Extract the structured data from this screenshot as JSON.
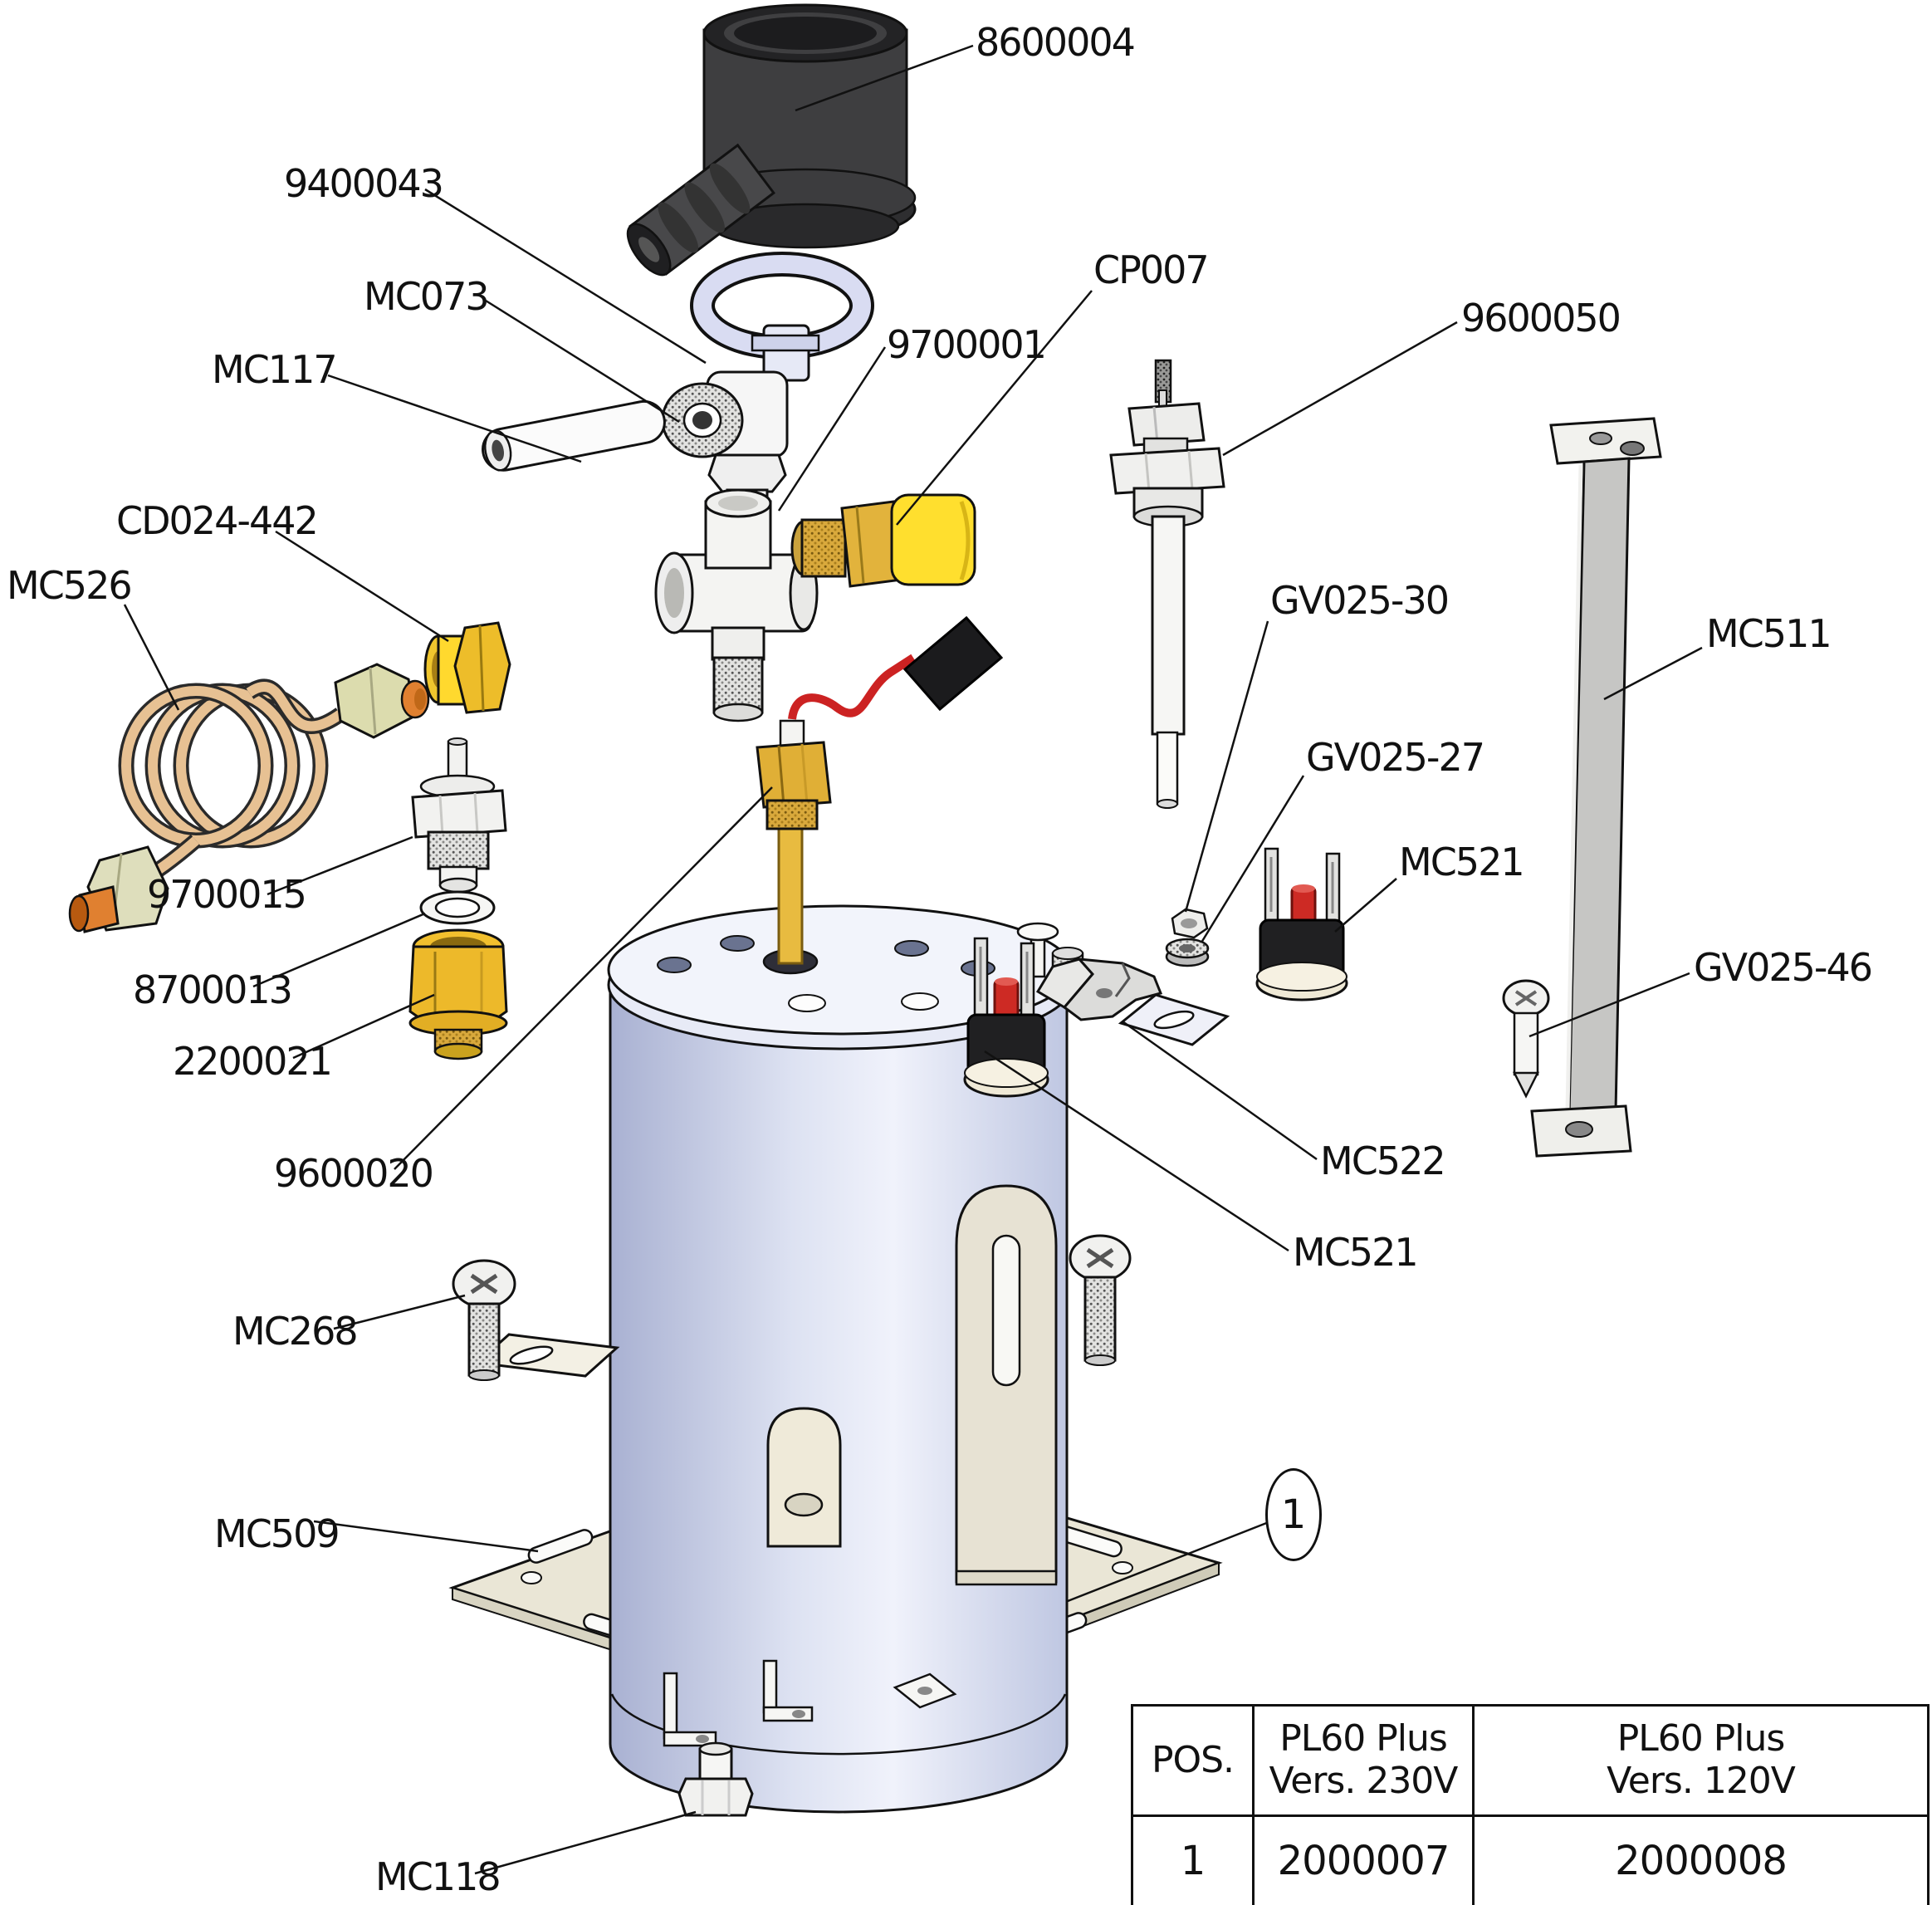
{
  "diagram_title": "PL60 Plus boiler exploded parts diagram",
  "labels": [
    {
      "text": "8600004"
    },
    {
      "text": "9400043"
    },
    {
      "text": "MC073"
    },
    {
      "text": "MC117"
    },
    {
      "text": "9700001"
    },
    {
      "text": "CP007"
    },
    {
      "text": "9600050"
    },
    {
      "text": "CD024-442"
    },
    {
      "text": "MC526"
    },
    {
      "text": "GV025-30"
    },
    {
      "text": "GV025-27"
    },
    {
      "text": "MC521"
    },
    {
      "text": "MC511"
    },
    {
      "text": "GV025-46"
    },
    {
      "text": "9700015"
    },
    {
      "text": "8700013"
    },
    {
      "text": "2200021"
    },
    {
      "text": "9600020"
    },
    {
      "text": "MC268"
    },
    {
      "text": "MC509"
    },
    {
      "text": "MC118"
    },
    {
      "text": "MC522"
    },
    {
      "text": "MC521"
    }
  ],
  "callout": {
    "number": "1"
  },
  "table": {
    "header": {
      "pos": "POS.",
      "v230": [
        "PL60 Plus",
        "Vers. 230V"
      ],
      "v120": [
        "PL60 Plus",
        "Vers. 120V"
      ]
    },
    "rows": [
      {
        "pos": "1",
        "v230": "2000007",
        "v120": "2000008"
      }
    ]
  },
  "colors": {
    "background": "#ffffff",
    "line": "#111111",
    "rubber_black": "#3e3e40",
    "clamp_lavender": "#d9dcf2",
    "brass": "#e0af36",
    "bright_yellow": "#ffd92e",
    "copper": "#e7c193",
    "olive_nut": "#dcdcae",
    "orange_fitting": "#e08030",
    "boiler_blue": "#ccd3ec",
    "plate_beige": "#eae6d6",
    "red_wire": "#cc2222",
    "thermostat_red": "#cd2a24",
    "thermostat_base": "#efe9d6",
    "bracket_gray": "#c6c6c4"
  }
}
